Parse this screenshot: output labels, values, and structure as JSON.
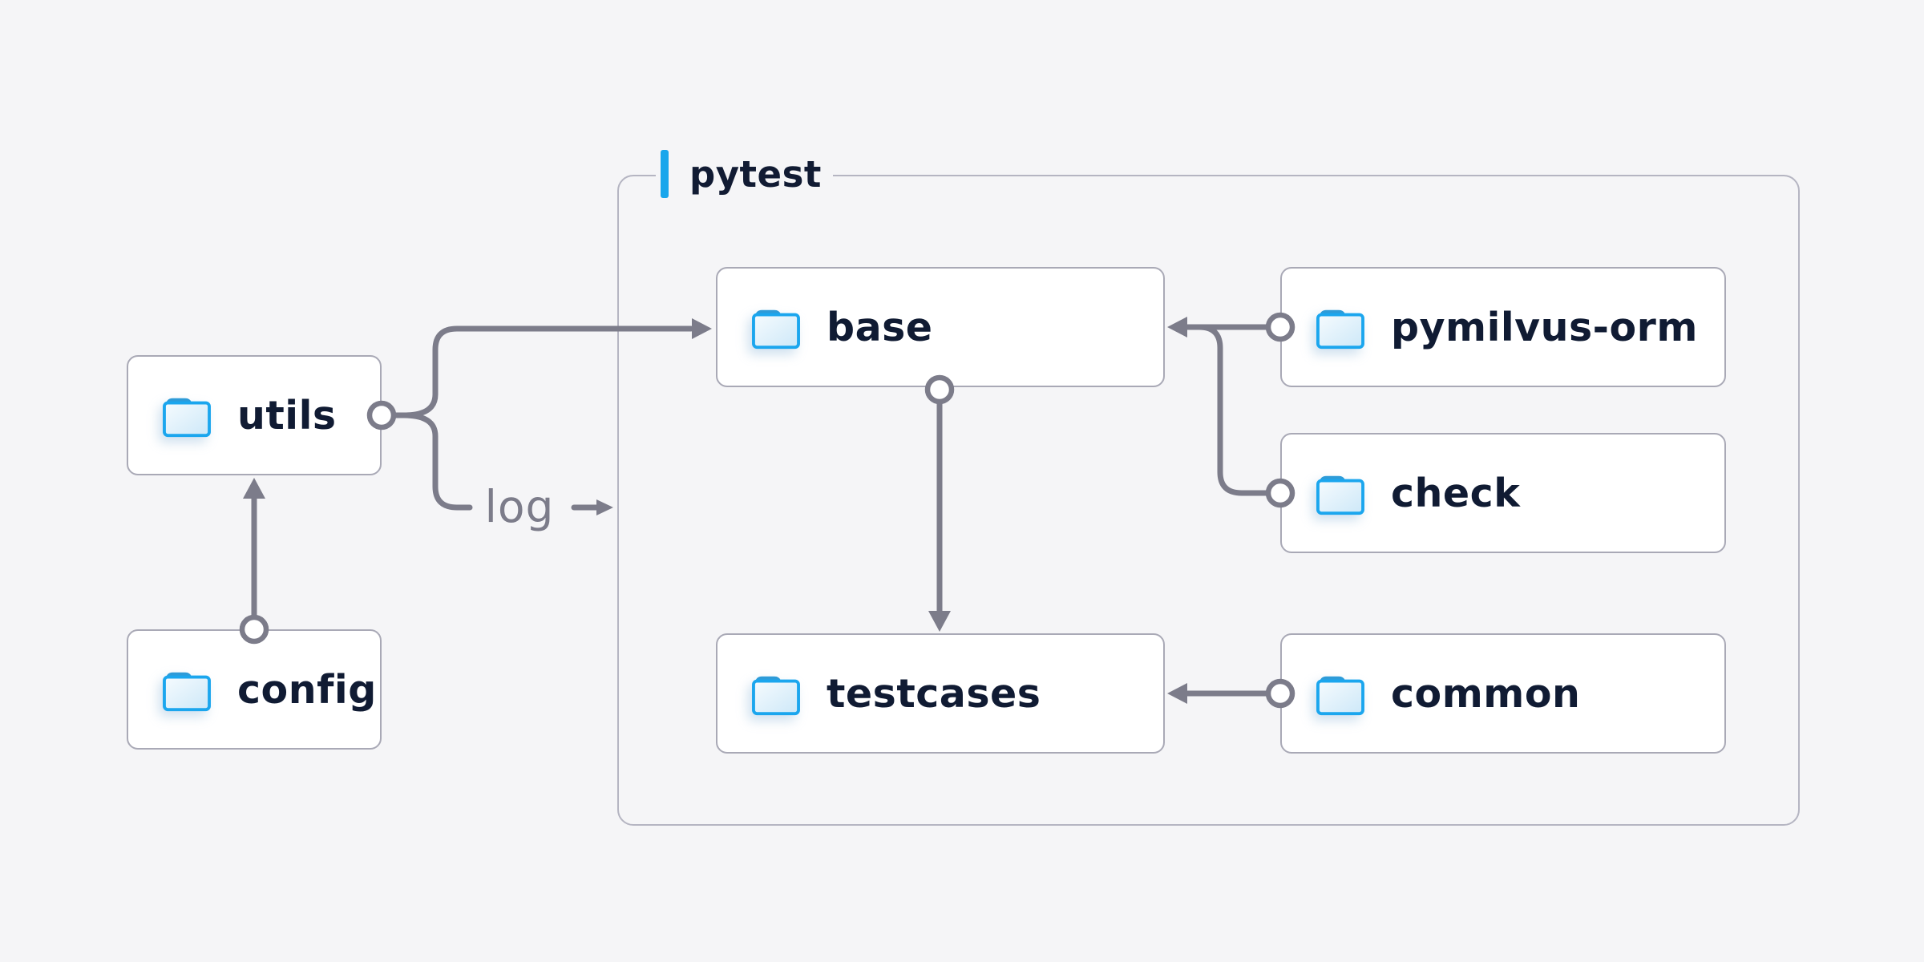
{
  "diagram": {
    "background_color": "#f5f5f7",
    "container": {
      "label": "pytest",
      "accent_color": "#18a6ec",
      "border_color": "#b5b5c2"
    },
    "nodes": {
      "utils": {
        "label": "utils",
        "icon": "folder-icon"
      },
      "config": {
        "label": "config",
        "icon": "folder-icon"
      },
      "base": {
        "label": "base",
        "icon": "folder-icon",
        "group": "pytest"
      },
      "pymilvus_orm": {
        "label": "pymilvus-orm",
        "icon": "folder-icon",
        "group": "pytest"
      },
      "check": {
        "label": "check",
        "icon": "folder-icon",
        "group": "pytest"
      },
      "testcases": {
        "label": "testcases",
        "icon": "folder-icon",
        "group": "pytest"
      },
      "common": {
        "label": "common",
        "icon": "folder-icon",
        "group": "pytest"
      }
    },
    "edges": [
      {
        "from": "config",
        "to": "utils",
        "label": ""
      },
      {
        "from": "utils",
        "to": "base",
        "label": ""
      },
      {
        "from": "utils",
        "to": "pytest",
        "label": "log"
      },
      {
        "from": "pymilvus-orm",
        "to": "base",
        "label": ""
      },
      {
        "from": "check",
        "to": "base",
        "label": ""
      },
      {
        "from": "base",
        "to": "testcases",
        "label": ""
      },
      {
        "from": "common",
        "to": "testcases",
        "label": ""
      }
    ],
    "edge_labels": {
      "log": "log"
    },
    "colors": {
      "edge_gray": "#7c7c8a",
      "node_border": "#a9a9b6",
      "node_text": "#101b33",
      "folder_blue": "#1ba6ee",
      "folder_tab_blue": "#2e9bd8",
      "accent_blue": "#18a6ec"
    }
  }
}
